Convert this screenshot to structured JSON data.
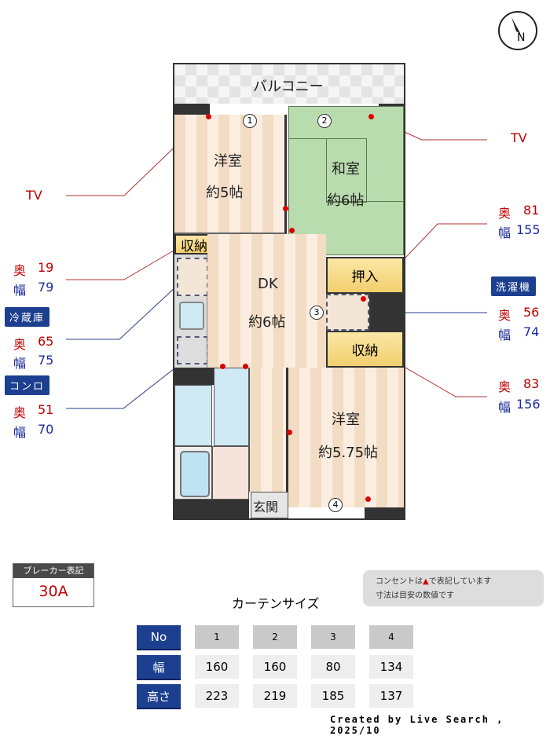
{
  "compass": "N",
  "plan": {
    "balcony": "バルコニー",
    "room1": {
      "name": "洋室",
      "size": "約5帖"
    },
    "room2": {
      "name": "和室",
      "size": "約6帖"
    },
    "dk": {
      "name": "DK",
      "size": "約6帖"
    },
    "room4": {
      "name": "洋室",
      "size": "約5.75帖"
    },
    "storage_left": "収納",
    "oshiire": "押入",
    "storage_right": "収納",
    "entrance": "玄関",
    "windows": [
      "1",
      "2",
      "3",
      "4"
    ]
  },
  "callouts": {
    "tv_left": "TV",
    "tv_right": "TV",
    "storage_left": {
      "depth_label": "奥",
      "depth": "19",
      "width_label": "幅",
      "width": "79"
    },
    "fridge": {
      "title": "冷蔵庫",
      "depth_label": "奥",
      "depth": "65",
      "width_label": "幅",
      "width": "75"
    },
    "stove": {
      "title": "コンロ",
      "depth_label": "奥",
      "depth": "51",
      "width_label": "幅",
      "width": "70"
    },
    "oshiire": {
      "depth_label": "奥",
      "depth": "81",
      "width_label": "幅",
      "width": "155"
    },
    "washer": {
      "title": "洗濯機",
      "depth_label": "奥",
      "depth": "56",
      "width_label": "幅",
      "width": "74"
    },
    "storage_right": {
      "depth_label": "奥",
      "depth": "83",
      "width_label": "幅",
      "width": "156"
    }
  },
  "breaker": {
    "label": "ブレーカー表記",
    "value": "30A"
  },
  "note": {
    "line1_a": "コンセントは",
    "line1_b": "で表記しています",
    "line2": "寸法は目安の数値です"
  },
  "curtain": {
    "title": "カーテンサイズ",
    "headers": [
      "No",
      "1",
      "2",
      "3",
      "4"
    ],
    "rows": [
      {
        "label": "幅",
        "values": [
          "160",
          "160",
          "80",
          "134"
        ]
      },
      {
        "label": "高さ",
        "values": [
          "223",
          "219",
          "185",
          "137"
        ]
      }
    ]
  },
  "credit": "Created by Live Search , 2025/10",
  "colors": {
    "accent_blue": "#1d3f8f",
    "accent_red": "#c00000"
  }
}
